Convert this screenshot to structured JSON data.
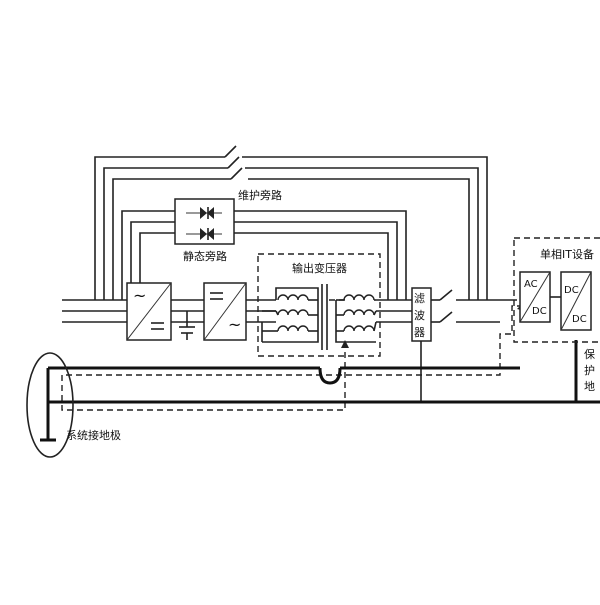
{
  "labels": {
    "maintenance_bypass": "维护旁路",
    "static_bypass": "静态旁路",
    "output_transformer": "输出变压器",
    "filter_char1": "滤",
    "filter_char2": "波",
    "filter_char3": "器",
    "it_device": "单相IT设备",
    "ac": "AC",
    "dc": "DC",
    "dc2_top": "DC",
    "dc2_bottom": "DC",
    "protect_char1": "保",
    "protect_char2": "护",
    "protect_char3": "地",
    "system_ground": "系统接地极"
  },
  "symbols": {
    "ac_wave": "~",
    "dc_bar": "—"
  }
}
